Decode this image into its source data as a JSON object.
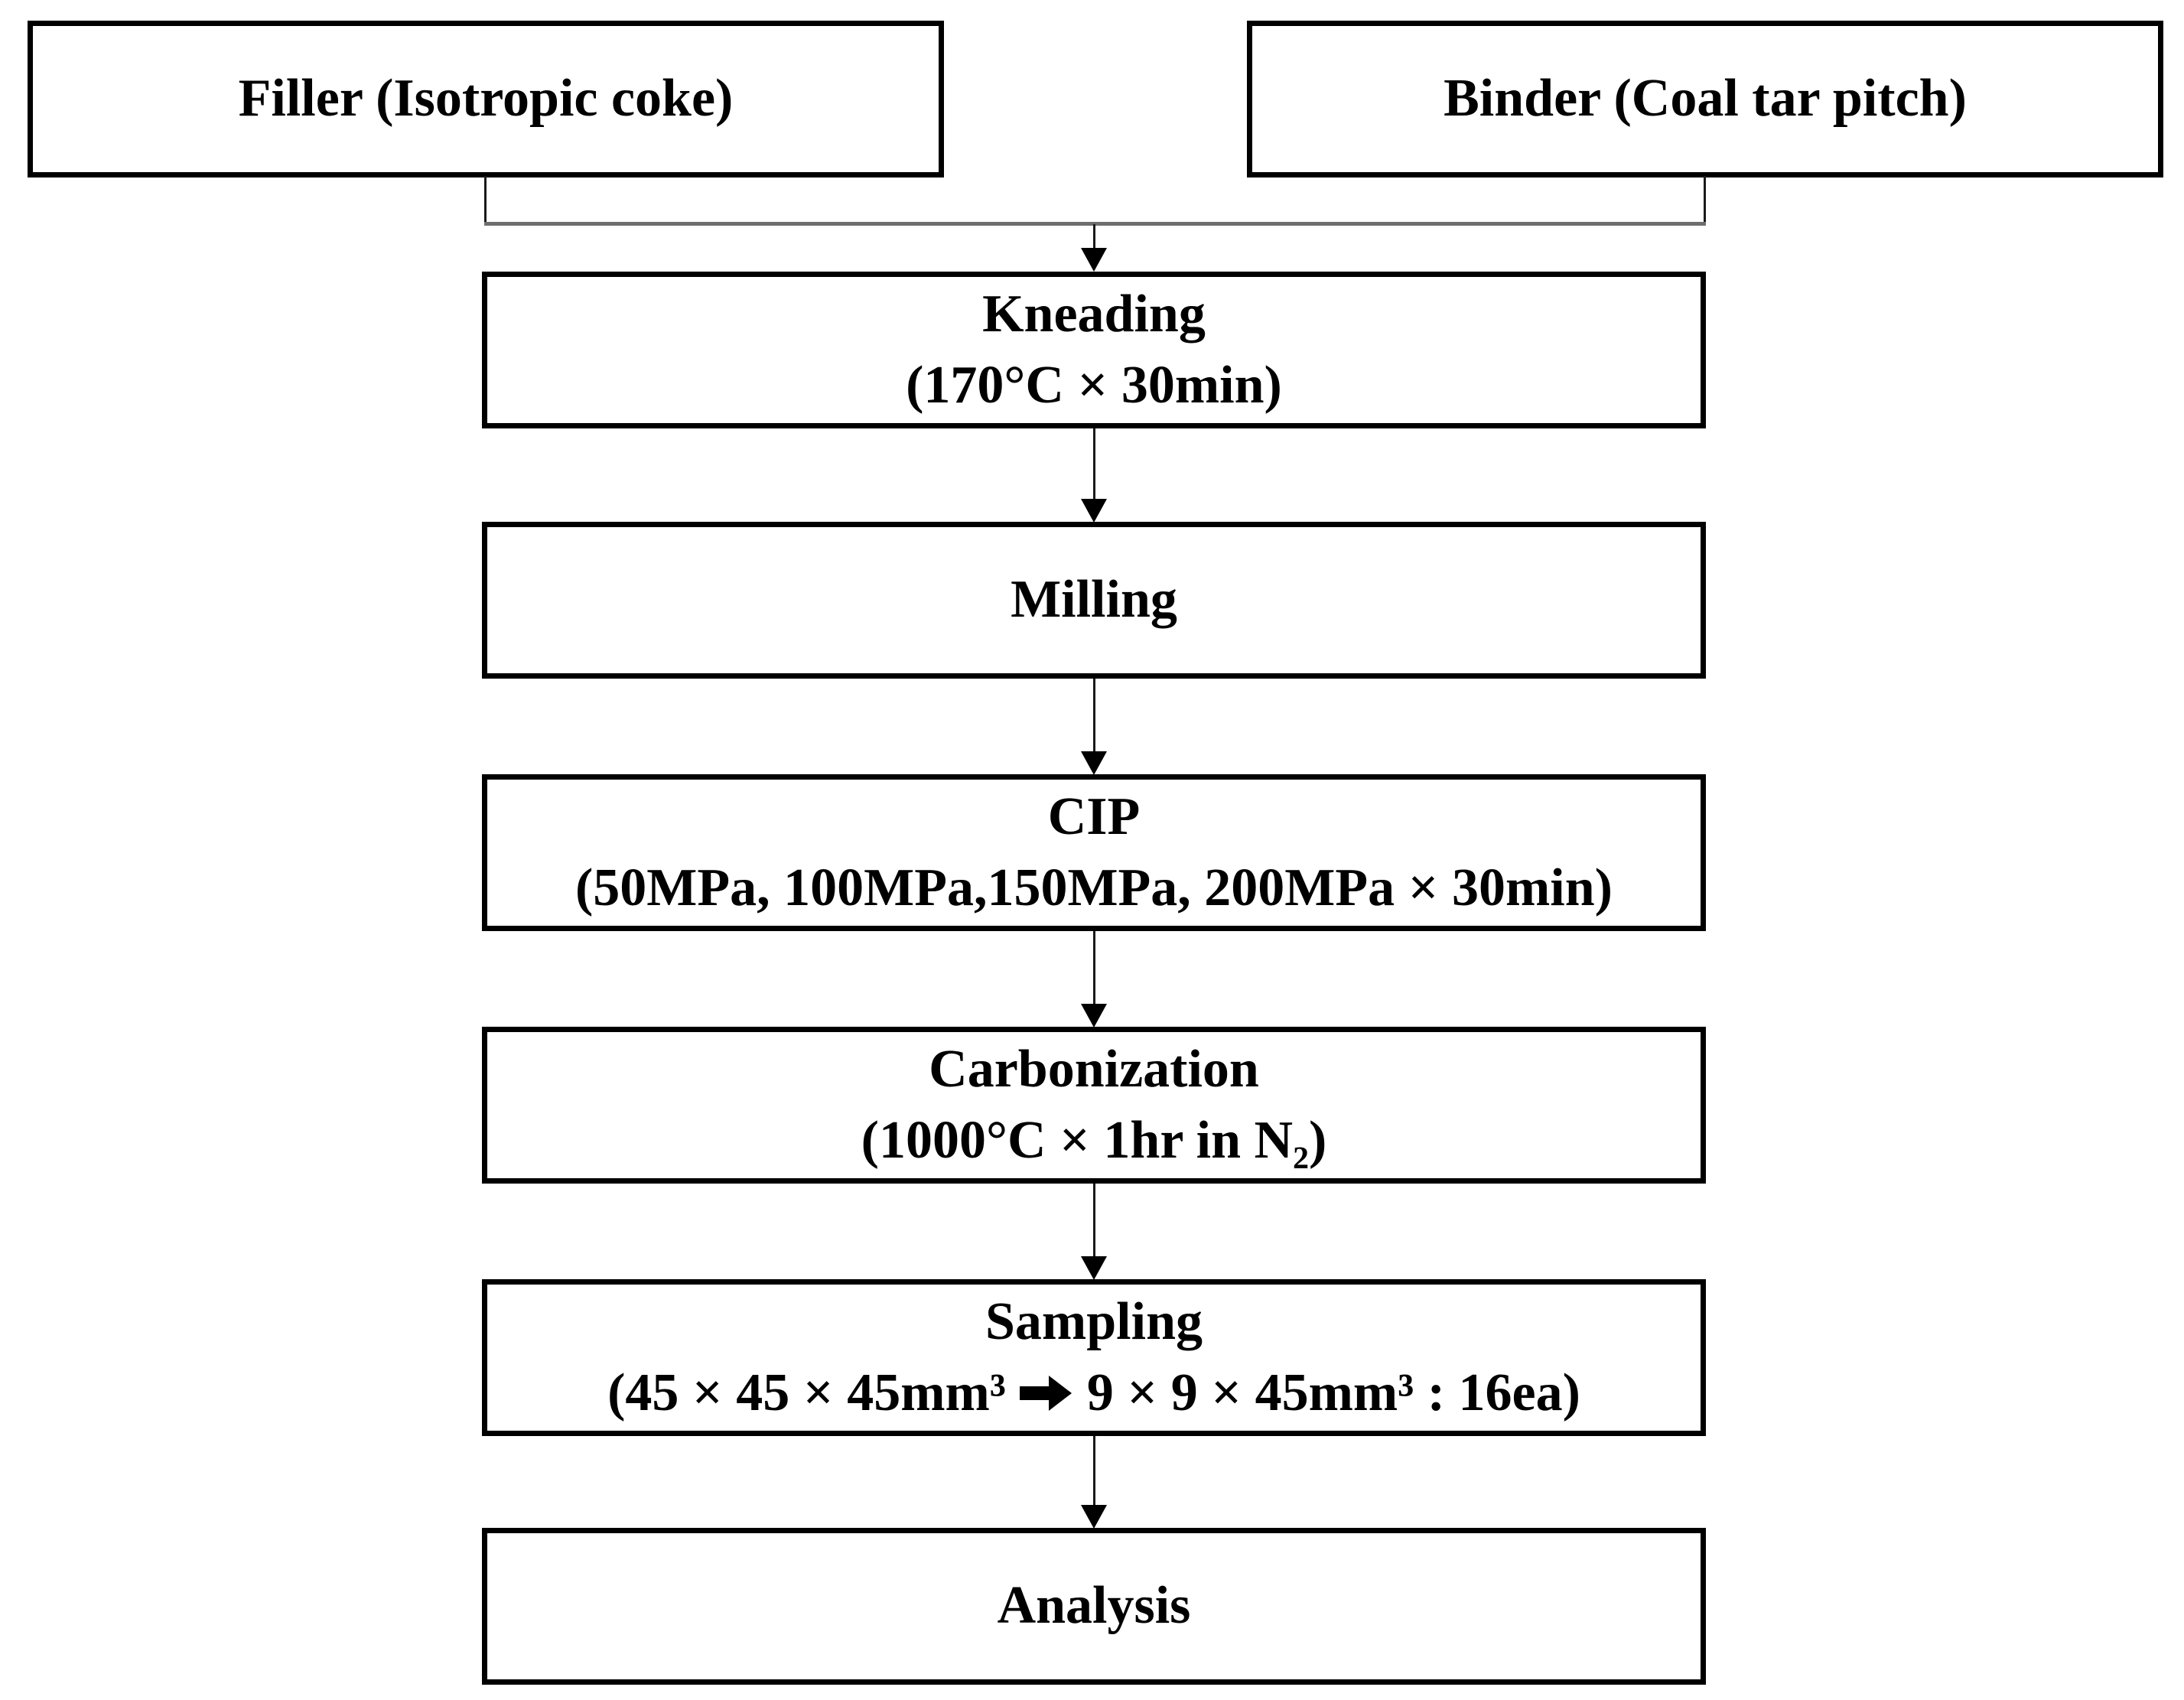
{
  "diagram": {
    "type": "flowchart",
    "inputs": [
      {
        "id": "filler",
        "label": "Filler (Isotropic coke)"
      },
      {
        "id": "binder",
        "label": "Binder (Coal tar pitch)"
      }
    ],
    "steps": [
      {
        "id": "kneading",
        "title": "Kneading",
        "detail": "(170°C × 30min)"
      },
      {
        "id": "milling",
        "title": "Milling"
      },
      {
        "id": "cip",
        "title": "CIP",
        "detail": "(50MPa, 100MPa,150MPa, 200MPa × 30min)"
      },
      {
        "id": "carbonization",
        "title": "Carbonization",
        "detail": "(1000°C × 1hr in N₂)"
      },
      {
        "id": "sampling",
        "title": "Sampling",
        "detail_left": "(45 × 45 × 45mm³",
        "detail_right": "9 × 9 × 45mm³ : 16ea)"
      },
      {
        "id": "analysis",
        "title": "Analysis"
      }
    ],
    "icons": [
      {
        "name": "right-arrow-icon",
        "meaning": "transforms into"
      },
      {
        "name": "arrowhead-down-icon",
        "meaning": "flow direction"
      }
    ],
    "colors": {
      "box_border": "#000000",
      "box_fill": "#ffffff",
      "text": "#000000",
      "connector_line": "#1a1a1a",
      "merge_line": "#6e6e6e"
    }
  }
}
